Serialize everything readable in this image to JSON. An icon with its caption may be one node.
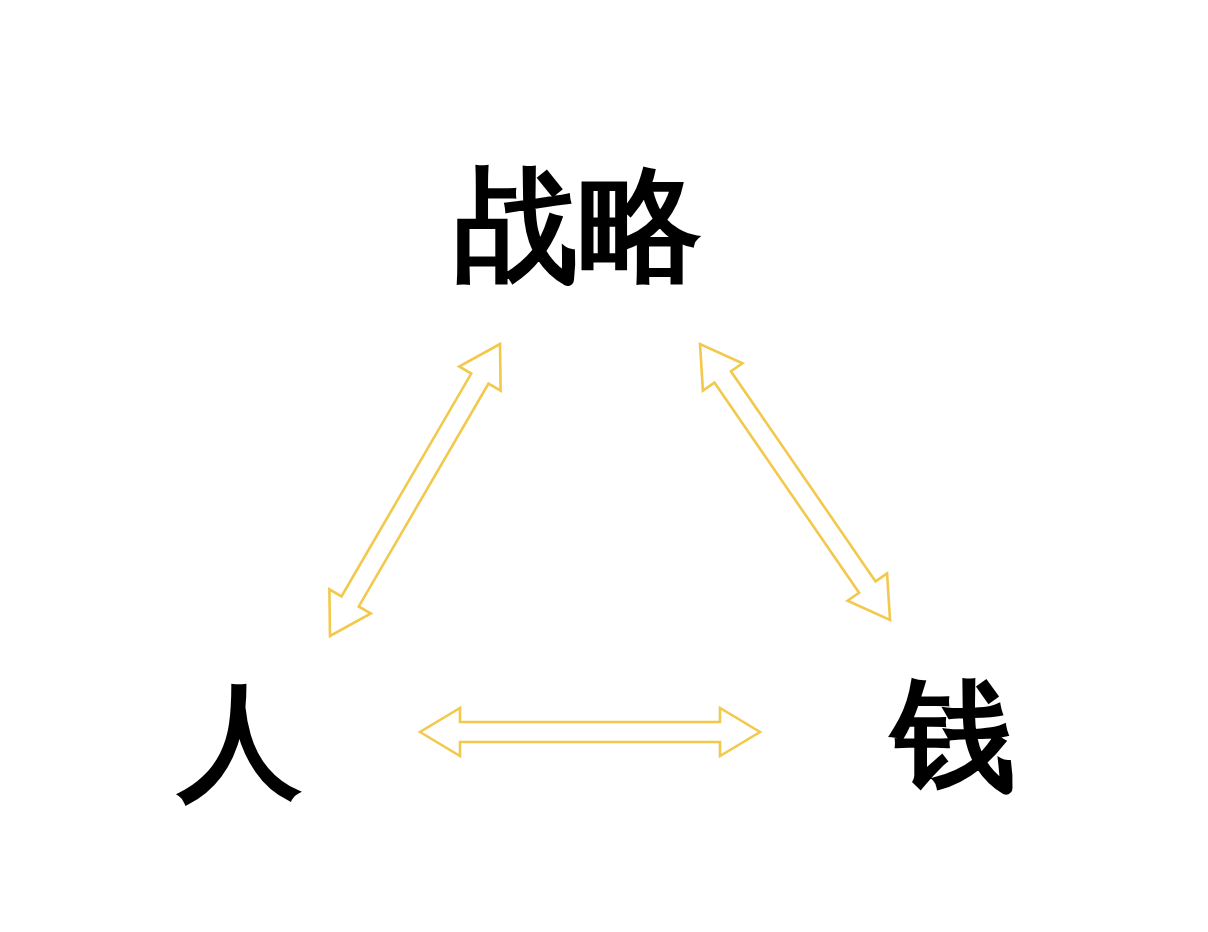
{
  "diagram": {
    "nodes": [
      {
        "text": [
          "战略"
        ]
      },
      {
        "text": [
          "人"
        ]
      },
      {
        "text": [
          "钱"
        ]
      }
    ],
    "edges": [
      {
        "from": 0,
        "to": 1,
        "arrow": "both"
      },
      {
        "from": 0,
        "to": 2,
        "arrow": "both"
      },
      {
        "from": 1,
        "to": 2,
        "arrow": "both"
      }
    ]
  }
}
